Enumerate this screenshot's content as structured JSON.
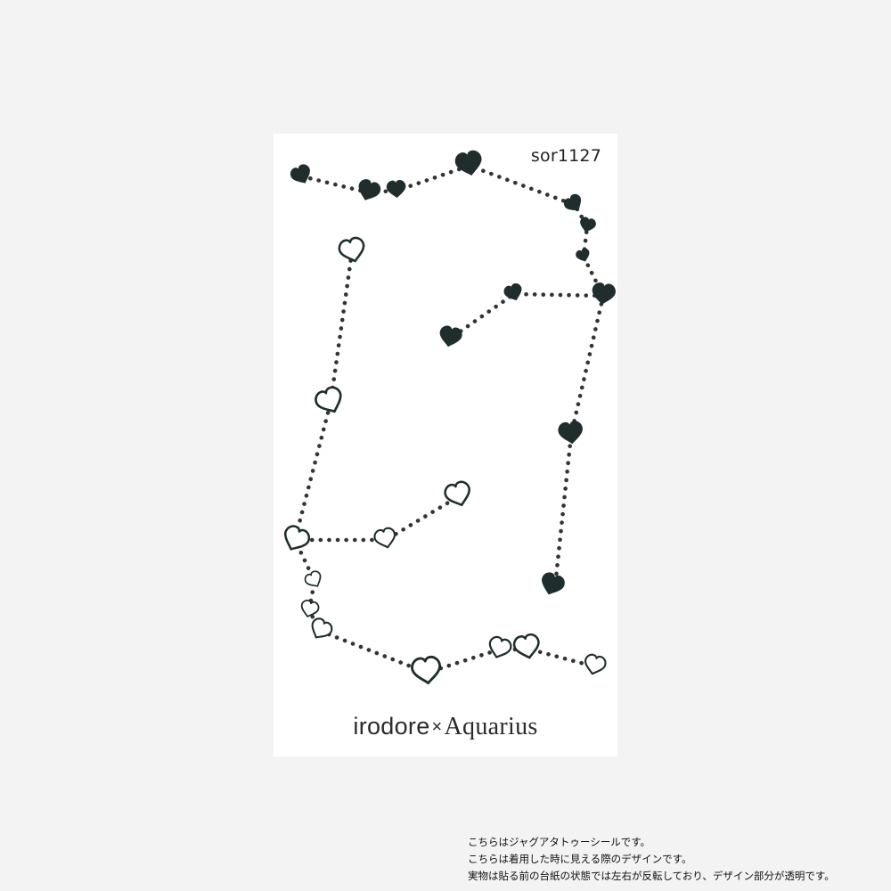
{
  "sheet": {
    "code": "sor1127",
    "brand": {
      "name": "irodore",
      "separator": "×",
      "partner": "Aquarius"
    }
  },
  "artwork": {
    "motif": "heart-constellation",
    "colors": {
      "filled_heart": "#1f2d2d",
      "outline_heart": "#1f2d2d",
      "dots": "#333333"
    }
  },
  "notes": [
    "こちらはジャグアタトゥーシールです。",
    "こちらは着用した時に見える際のデザインです。",
    "実物は貼る前の台紙の状態では左右が反転しており、デザイン部分が透明です。"
  ]
}
